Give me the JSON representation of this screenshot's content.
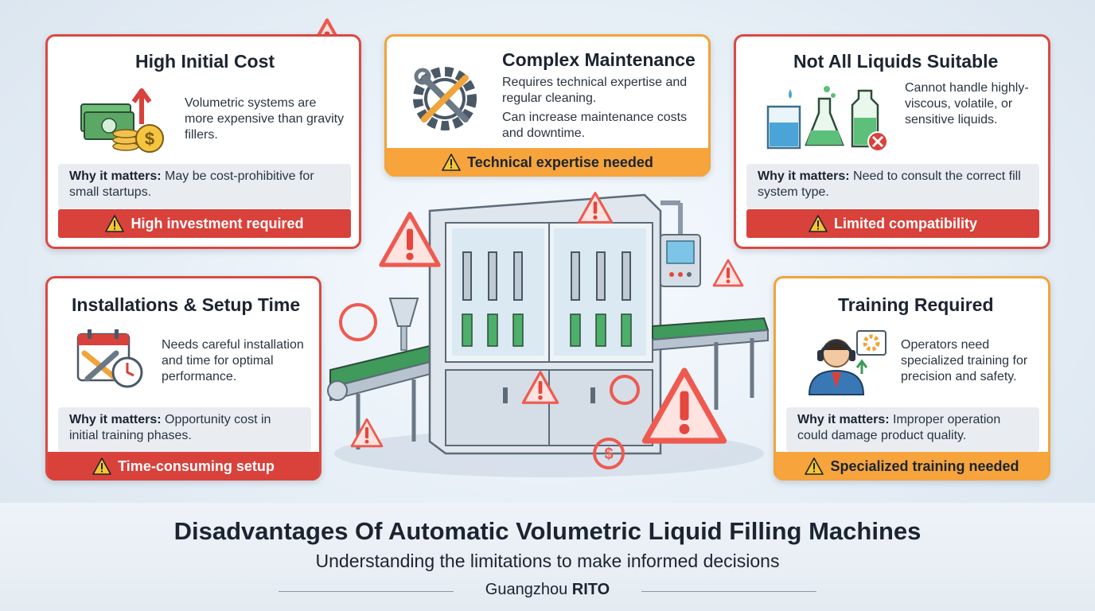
{
  "cards": {
    "cost": {
      "title": "High Initial Cost",
      "desc": "Volumetric systems are more expensive than gravity fillers.",
      "matters_label": "Why it matters:",
      "matters_text": " May be cost-prohibitive for small startups.",
      "banner": "High investment required"
    },
    "maintenance": {
      "title": "Complex Maintenance",
      "desc1": "Requires technical expertise and regular cleaning.",
      "desc2": "Can increase maintenance costs and downtime.",
      "banner": "Technical expertise needed"
    },
    "liquids": {
      "title": "Not All Liquids Suitable",
      "desc": "Cannot handle highly-viscous, volatile, or sensitive liquids.",
      "matters_label": "Why it matters:",
      "matters_text": " Need to consult the correct fill system type.",
      "banner": "Limited compatibility"
    },
    "setup": {
      "title": "Installations & Setup Time",
      "desc": "Needs careful installation and time for optimal performance.",
      "matters_label": "Why it matters:",
      "matters_text": " Opportunity cost in initial training phases.",
      "banner": "Time-consuming setup"
    },
    "training": {
      "title": "Training Required",
      "desc": "Operators need specialized training for precision and safety.",
      "matters_label": "Why it matters:",
      "matters_text": " Improper operation could damage product quality.",
      "banner": "Specialized training needed"
    }
  },
  "footer": {
    "title": "Disadvantages Of Automatic Volumetric Liquid Filling Machines",
    "subtitle": "Understanding the limitations to make informed decisions",
    "brand_prefix": "Guangzhou ",
    "brand_name": "RITO"
  },
  "colors": {
    "red": "#d9413b",
    "orange": "#f6a43b",
    "green_belt": "#3f9a5c"
  },
  "icons": [
    "warning-icon",
    "money-icon",
    "gear-wrench-icon",
    "beaker-icon",
    "calendar-tools-icon",
    "operator-icon",
    "filling-machine-illustration"
  ]
}
